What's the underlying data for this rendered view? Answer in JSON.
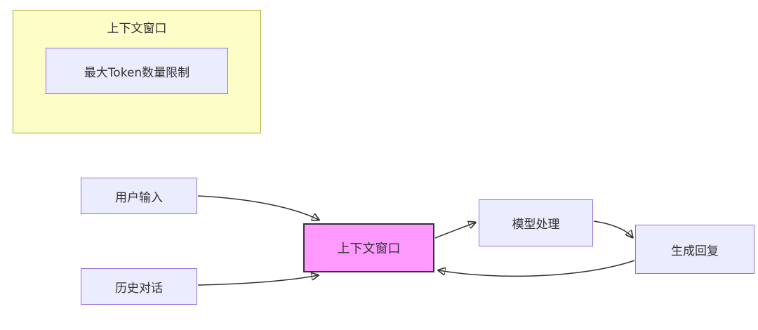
{
  "diagram": {
    "type": "flowchart",
    "subgraph": {
      "title": "上下文窗口",
      "inner_node": "最大Token数量限制"
    },
    "nodes": {
      "user_input": "用户输入",
      "history_dialog": "历史对话",
      "context_window": "上下文窗口",
      "model_processing": "模型处理",
      "generate_reply": "生成回复"
    },
    "edges": [
      {
        "from": "用户输入",
        "to": "上下文窗口"
      },
      {
        "from": "历史对话",
        "to": "上下文窗口"
      },
      {
        "from": "上下文窗口",
        "to": "模型处理"
      },
      {
        "from": "模型处理",
        "to": "生成回复"
      },
      {
        "from": "生成回复",
        "to": "上下文窗口"
      }
    ],
    "colors": {
      "canvas_bg": "#FFFFFF",
      "subgraph_bg": "#FDFDC8",
      "subgraph_border": "#AAAA33",
      "node_bg": "#ECECFF",
      "node_border": "#9370DB",
      "highlight_bg": "#FF99FF",
      "highlight_border": "#333333",
      "arrow": "#333333"
    }
  }
}
